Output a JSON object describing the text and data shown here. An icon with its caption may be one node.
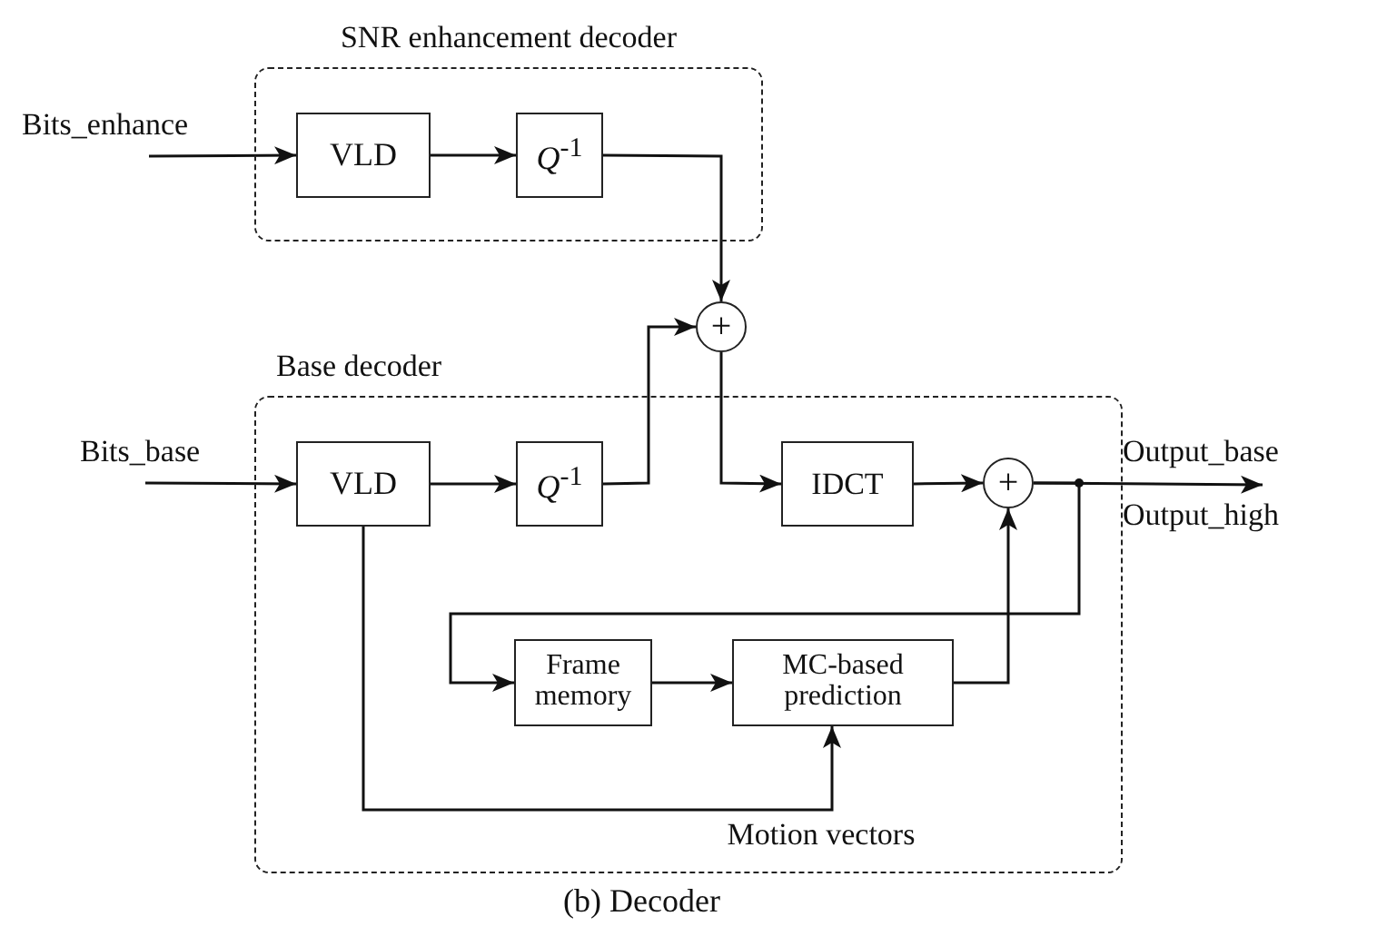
{
  "diagram": {
    "caption": "(b) Decoder",
    "nodes": [
      {
        "text": [
          "SNR enhancement decoder"
        ]
      },
      {
        "text": [
          "VLD"
        ],
        "in": 0
      },
      {
        "text": [
          "*Q*$^{-1}$"
        ],
        "in": 0
      },
      {
        "text": [
          "Bits_enhance"
        ]
      },
      {
        "text": [
          "Base decoder"
        ]
      },
      {
        "text": [
          "Bits_base"
        ]
      },
      {
        "text": [
          "VLD"
        ],
        "in": 4
      },
      {
        "text": [
          "*Q*$^{-1}$"
        ],
        "in": 4
      },
      {
        "text": [
          "+"
        ]
      },
      {
        "text": [
          "IDCT"
        ],
        "in": 4
      },
      {
        "text": [
          "+"
        ],
        "in": 4
      },
      {
        "text": [
          "Output_base",
          "Output_high"
        ]
      },
      {
        "text": [
          "Frame memory"
        ],
        "in": 4
      },
      {
        "text": [
          "MC-based prediction"
        ],
        "in": 4
      }
    ],
    "edges": [
      {
        "from": 3,
        "to": 1,
        "arrow": "to"
      },
      {
        "from": 1,
        "to": 2,
        "arrow": "to"
      },
      {
        "from": 2,
        "to": 8,
        "arrow": "to"
      },
      {
        "from": 5,
        "to": 6,
        "arrow": "to"
      },
      {
        "from": 6,
        "to": 7,
        "arrow": "to"
      },
      {
        "from": 7,
        "to": 8,
        "arrow": "to"
      },
      {
        "from": 8,
        "to": 9,
        "arrow": "to"
      },
      {
        "from": 9,
        "to": 10,
        "arrow": "to"
      },
      {
        "from": 10,
        "to": 11,
        "arrow": "to"
      },
      {
        "from": 10,
        "to": 12,
        "arrow": "to"
      },
      {
        "from": 12,
        "to": 13,
        "arrow": "to"
      },
      {
        "from": 13,
        "to": 10,
        "arrow": "to"
      },
      {
        "from": 6,
        "to": 13,
        "arrow": "to",
        "label": "Motion vectors"
      }
    ]
  }
}
